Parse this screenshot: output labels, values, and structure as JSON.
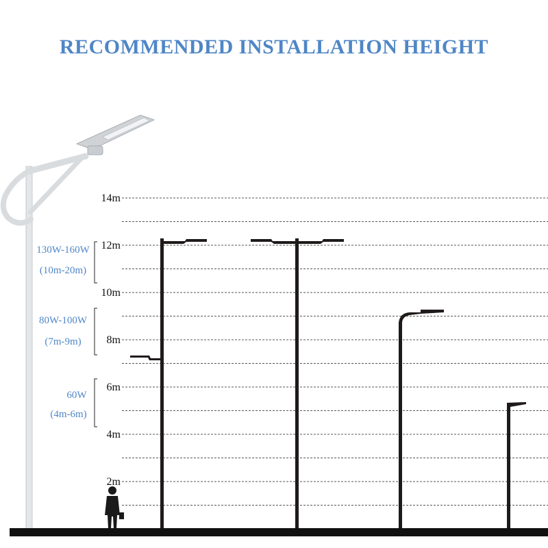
{
  "title": "RECOMMENDED INSTALLATION HEIGHT",
  "chart_data": {
    "type": "diagram",
    "y_axis": {
      "ticks": [
        2,
        4,
        6,
        8,
        10,
        12,
        14
      ],
      "tick_labels": [
        "2m",
        "4m",
        "6m",
        "8m",
        "10m",
        "12m",
        "14m"
      ],
      "gridlines_at": [
        1,
        2,
        3,
        4,
        5,
        6,
        7,
        8,
        9,
        10,
        11,
        12,
        13,
        14
      ],
      "range": [
        0,
        14
      ],
      "unit": "m"
    },
    "ranges": [
      {
        "power": "130W-160W",
        "height": "(10m-20m)",
        "min": 10,
        "max": 12
      },
      {
        "power": "80W-100W",
        "height": "(7m-9m)",
        "min": 7,
        "max": 9
      },
      {
        "power": "60W",
        "height": "(4m-6m)",
        "min": 4,
        "max": 6
      }
    ],
    "poles": [
      {
        "type": "double-arm-asymmetric",
        "height": 12,
        "low_arm_height": 7
      },
      {
        "type": "double-arm",
        "height": 12
      },
      {
        "type": "single-arm",
        "height": 9
      },
      {
        "type": "single-arm-short",
        "height": 5
      }
    ],
    "colors": {
      "title": "#4f86c6",
      "range_text": "#4f86c6",
      "pole": "#1f1a1a",
      "ground": "#111111"
    }
  }
}
